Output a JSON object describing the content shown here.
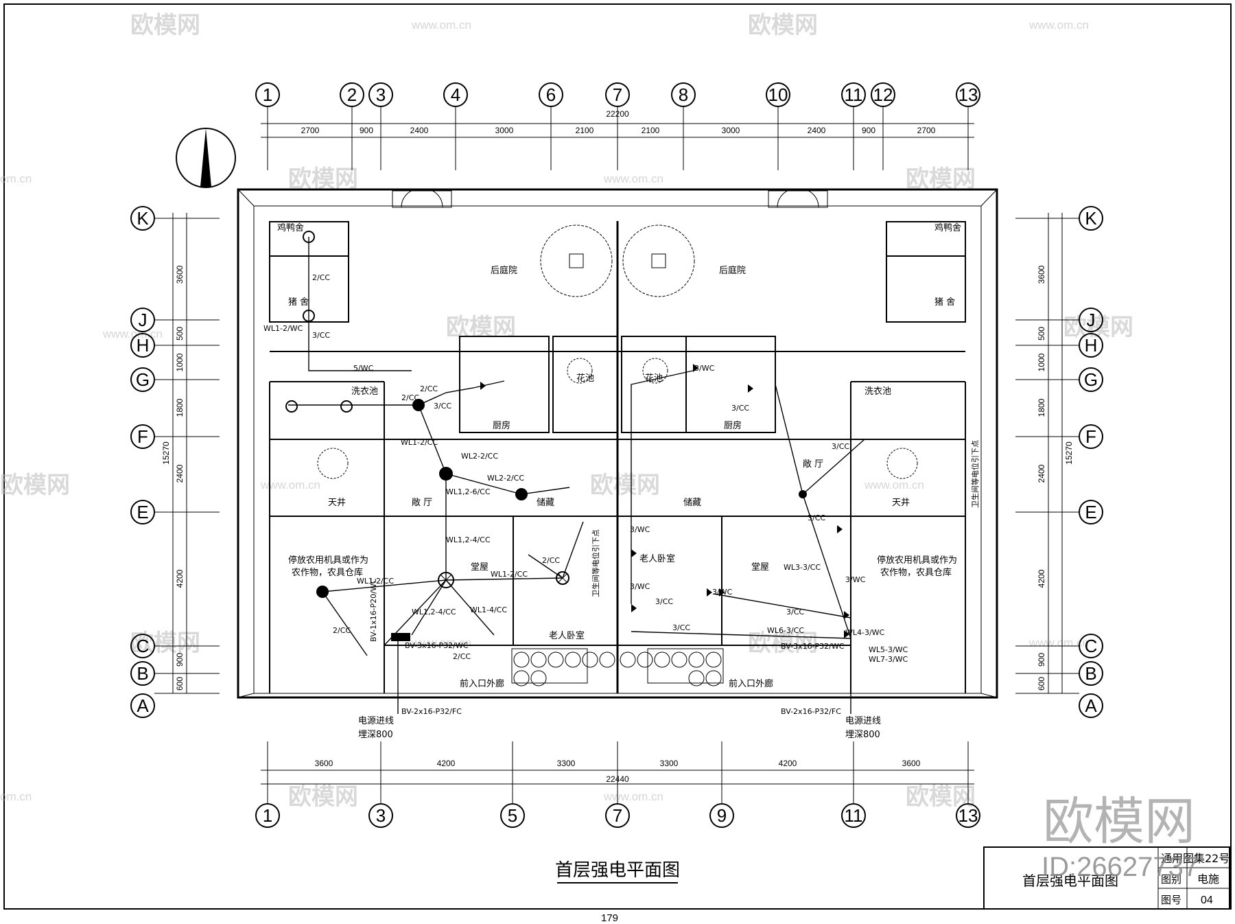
{
  "drawing": {
    "title": "首层强电平面图",
    "page_number": "179",
    "overall_top": "22200",
    "overall_bottom": "22440",
    "overall_side": "15270"
  },
  "axes": {
    "top": [
      "1",
      "2",
      "3",
      "4",
      "6",
      "7",
      "8",
      "10",
      "11",
      "12",
      "13"
    ],
    "bottom": [
      "1",
      "3",
      "5",
      "7",
      "9",
      "11",
      "13"
    ],
    "side": [
      "K",
      "J",
      "H",
      "G",
      "F",
      "E",
      "C",
      "B",
      "A"
    ]
  },
  "dims": {
    "top": [
      "2700",
      "900",
      "2400",
      "3000",
      "2100",
      "2100",
      "3000",
      "2400",
      "900",
      "2700"
    ],
    "bottom": [
      "3600",
      "4200",
      "3300",
      "3300",
      "4200",
      "3600"
    ],
    "side": [
      "3600",
      "500",
      "1000",
      "1800",
      "2400",
      "4200",
      "900",
      "600"
    ]
  },
  "rooms": {
    "chicken_duck": "鸡鸭舍",
    "back_yard": "后庭院",
    "pigsty": "猪 舍",
    "laundry": "洗衣池",
    "kitchen": "厨房",
    "patio": "天井",
    "hall": "敞 厅",
    "storage": "储藏",
    "main_hall": "堂屋",
    "elder_bedroom": "老人卧室",
    "farm_storage_1": "停放农用机具或作为",
    "farm_storage_2": "农作物，农具仓库",
    "front_corridor": "前入口外廊",
    "planter": "花池",
    "bathroom_note": "卫生间等电位引下点"
  },
  "circuits": {
    "wl1_2_wc": "WL1-2/WC",
    "c2cc": "2/CC",
    "c3cc": "3/CC",
    "c3wc": "3/WC",
    "c5wc": "5/WC",
    "wl1_2_cc": "WL1-2/CC",
    "wl2_2_cc": "WL2-2/CC",
    "wl1_2_6_cc": "WL1,2-6/CC",
    "wl1_2_4_cc": "WL1,2-4/CC",
    "wl1_4_cc": "WL1-4/CC",
    "wl3_3_cc": "WL3-3/CC",
    "wl4_3_wc": "WL4-3/WC",
    "wl5_3_wc": "WL5-3/WC",
    "wl6_3_cc": "WL6-3/CC",
    "wl7_3_wc": "WL7-3/WC",
    "bv_p20": "BV-1x16-P20/WC",
    "bv_p32_wc": "BV-3x16-P32/WC",
    "bv_p32_fc": "BV-2x16-P32/FC",
    "power_in": "电源进线",
    "burial": "埋深800"
  },
  "titleblock": {
    "atlas": "通用图集22号",
    "drawing_name": "首层强电平面图",
    "category_label": "图别",
    "category_value": "电施",
    "number_label": "图号",
    "number_value": "04"
  },
  "watermarks": {
    "brand": "欧模网",
    "url": "www.om.cn",
    "url_short": "om.cn",
    "big": "欧模网",
    "id": "ID:26627737"
  }
}
